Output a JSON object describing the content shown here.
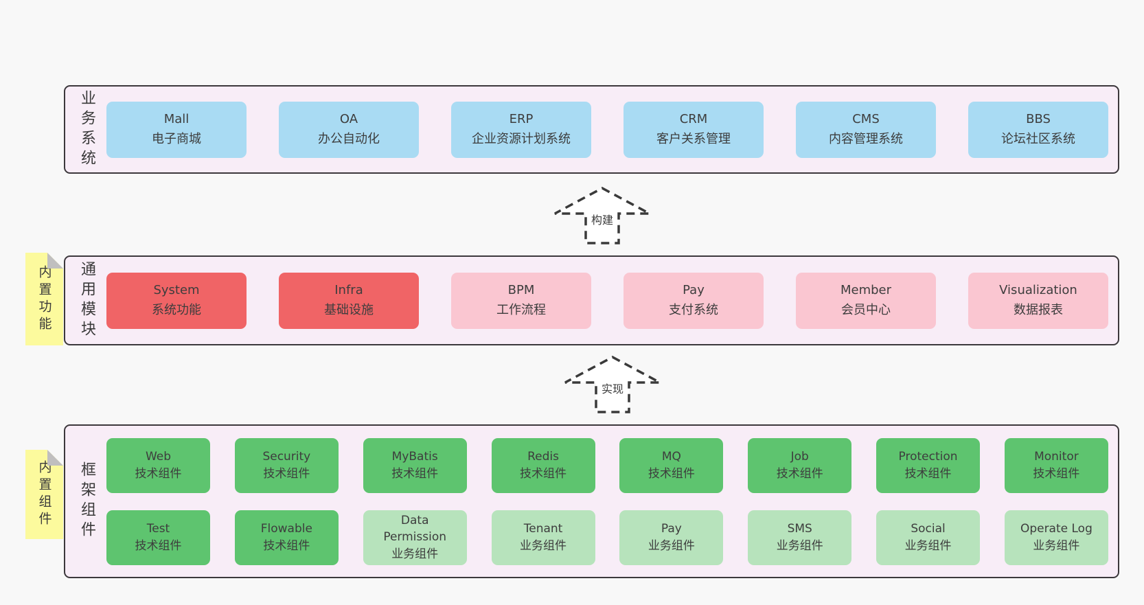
{
  "diagram": {
    "sections": {
      "business": {
        "label": "业务系统",
        "boxes": [
          {
            "title": "Mall",
            "subtitle": "电子商城"
          },
          {
            "title": "OA",
            "subtitle": "办公自动化"
          },
          {
            "title": "ERP",
            "subtitle": "企业资源计划系统"
          },
          {
            "title": "CRM",
            "subtitle": "客户关系管理"
          },
          {
            "title": "CMS",
            "subtitle": "内容管理系统"
          },
          {
            "title": "BBS",
            "subtitle": "论坛社区系统"
          }
        ]
      },
      "modules": {
        "label": "通用模块",
        "note": "内置功能",
        "boxes": [
          {
            "title": "System",
            "subtitle": "系统功能",
            "type": "core"
          },
          {
            "title": "Infra",
            "subtitle": "基础设施",
            "type": "core"
          },
          {
            "title": "BPM",
            "subtitle": "工作流程",
            "type": "extension"
          },
          {
            "title": "Pay",
            "subtitle": "支付系统",
            "type": "extension"
          },
          {
            "title": "Member",
            "subtitle": "会员中心",
            "type": "extension"
          },
          {
            "title": "Visualization",
            "subtitle": "数据报表",
            "type": "extension"
          }
        ]
      },
      "components": {
        "label": "框架组件",
        "note": "内置组件",
        "row1": [
          {
            "title": "Web",
            "subtitle": "技术组件",
            "type": "tech"
          },
          {
            "title": "Security",
            "subtitle": "技术组件",
            "type": "tech"
          },
          {
            "title": "MyBatis",
            "subtitle": "技术组件",
            "type": "tech"
          },
          {
            "title": "Redis",
            "subtitle": "技术组件",
            "type": "tech"
          },
          {
            "title": "MQ",
            "subtitle": "技术组件",
            "type": "tech"
          },
          {
            "title": "Job",
            "subtitle": "技术组件",
            "type": "tech"
          },
          {
            "title": "Protection",
            "subtitle": "技术组件",
            "type": "tech"
          },
          {
            "title": "Monitor",
            "subtitle": "技术组件",
            "type": "tech"
          }
        ],
        "row2": [
          {
            "title": "Test",
            "subtitle": "技术组件",
            "type": "tech"
          },
          {
            "title": "Flowable",
            "subtitle": "技术组件",
            "type": "tech"
          },
          {
            "title": "Data Permission",
            "subtitle": "业务组件",
            "type": "biz"
          },
          {
            "title": "Tenant",
            "subtitle": "业务组件",
            "type": "biz"
          },
          {
            "title": "Pay",
            "subtitle": "业务组件",
            "type": "biz"
          },
          {
            "title": "SMS",
            "subtitle": "业务组件",
            "type": "biz"
          },
          {
            "title": "Social",
            "subtitle": "业务组件",
            "type": "biz"
          },
          {
            "title": "Operate Log",
            "subtitle": "业务组件",
            "type": "biz"
          }
        ]
      }
    },
    "arrows": [
      {
        "label": "构建"
      },
      {
        "label": "实现"
      }
    ],
    "colors": {
      "page_background": "#f8f8f8",
      "panel_background": "#f8edf7",
      "panel_border": "#3c383c",
      "business_box": "#a9dbf3",
      "core_module_box": "#f06466",
      "extension_module_box": "#fac6d1",
      "tech_component_box": "#5ec46f",
      "biz_component_box": "#b7e3bc",
      "sticky_note": "#fcfa9d",
      "note_fold": "#c0bfbf",
      "text": "#3d3d3d"
    }
  }
}
